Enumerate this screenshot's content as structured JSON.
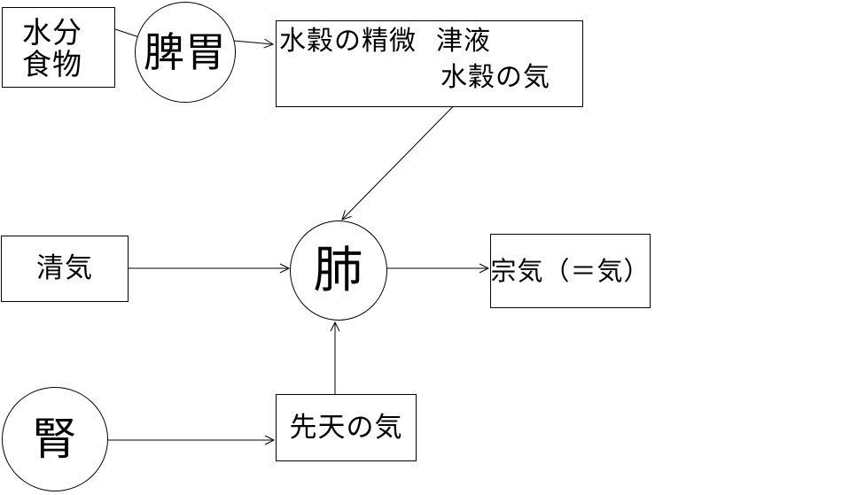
{
  "canvas": {
    "background": "#ffffff",
    "line_color": "#000000"
  },
  "nodes": {
    "water_food": {
      "line1": "水分",
      "line2": "食物"
    },
    "spleen_stomach": {
      "label": "脾胃"
    },
    "essence_box": {
      "essence": "水穀の精微",
      "fluid": "津液",
      "grain_qi": "水穀の気"
    },
    "clear_qi": {
      "label": "清気"
    },
    "lung": {
      "label": "肺"
    },
    "ancestral_qi": {
      "label": "宗気（＝気）"
    },
    "kidney": {
      "label": "腎"
    },
    "innate_qi": {
      "label": "先天の気"
    }
  }
}
